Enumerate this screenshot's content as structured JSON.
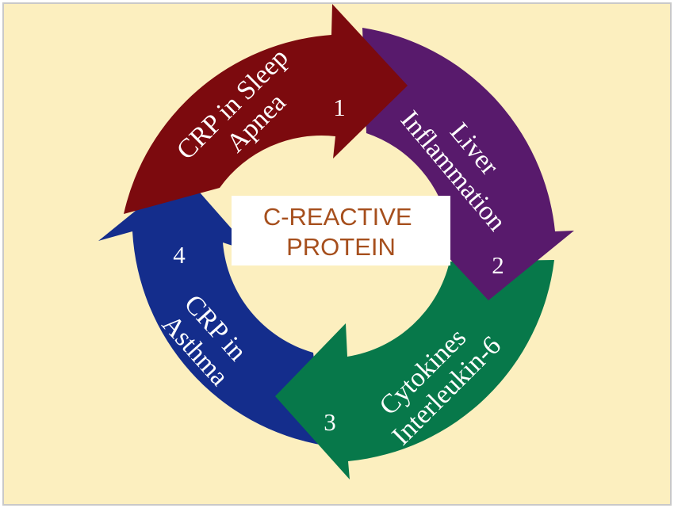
{
  "center": {
    "line1": "C-REACTIVE",
    "line2": "PROTEIN"
  },
  "segments": [
    {
      "number": "1",
      "line1": "CRP in Sleep",
      "line2": "Apnea"
    },
    {
      "number": "2",
      "line1": "Liver",
      "line2": "Inflammation"
    },
    {
      "number": "3",
      "line1": "Cytokines",
      "line2": "Interleukin-6"
    },
    {
      "number": "4",
      "line1": "CRP in",
      "line2": "Asthma"
    }
  ],
  "colors": {
    "background": "#fcefbf",
    "frame": "#c9c9c9",
    "segment_1": "#7c0a0e",
    "segment_2": "#581a6c",
    "segment_3": "#07784a",
    "segment_4": "#142d8c",
    "center_box": "#ffffff",
    "center_text": "#a64f1d"
  }
}
